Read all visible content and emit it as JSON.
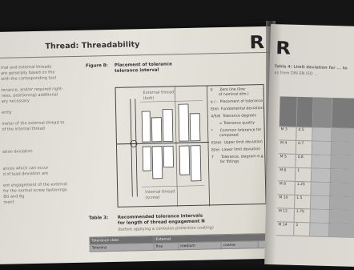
{
  "left_page": {
    "header_title": "Thread: Threadability",
    "logo": "R",
    "body_text": [
      "rnal and external threads",
      "are generally based on the",
      "with the corresponding tool",
      "",
      "tenance, and/or required right-",
      "ness, positioning) additional",
      "ary necessary",
      "",
      "ently",
      "",
      "meter of the external thread to",
      "of the internal thread",
      "",
      "",
      "",
      "ation deviation",
      "",
      "",
      "ances which can occur",
      "d of lead deviation are",
      "",
      "ent engagement of the external",
      "for the normal screw fastenings",
      "6G and 6g",
      "ment"
    ],
    "figure_label": "Figure 8:",
    "figure_caption": "Placement of tolerance\ntolerance interval",
    "diagram_top_label": "External thread\n(bolt)",
    "diagram_bottom_label": "Internal thread\n(screw)",
    "legend": [
      "0      Zero line (line\n       of nominal dim.)",
      "e / -  Placement of tolerance",
      "EI/ei  Fundamental deviation",
      "4/5/6  Tolerance degrees",
      "       = Tolerance quality",
      "*      Common tolerance for\n       composed",
      "ES/es  Upper limit deviation",
      "EI/ei  Lower limit deviation",
      "T      Tolerance, diagram e.g.\n       for fittings"
    ],
    "table_label": "Table 3:",
    "table_caption": "Recommended tolerance intervals\nfor length of thread engagement N",
    "table_subcaption": "(before applying a corrosion protection coating)",
    "table": {
      "head1": [
        "Tolerance class",
        "External",
        "",
        "",
        ""
      ],
      "head2": [
        "Toleranz",
        "fine",
        "medium",
        "coarse",
        ""
      ]
    }
  },
  "right_page": {
    "logo": "R",
    "caption": "Table 4: Limit deviation for ... to",
    "caption2": "as from DIN EN ISO ...",
    "rows": [
      {
        "c1": "M 3",
        "c2": "0.5"
      },
      {
        "c1": "M 4",
        "c2": "0.7"
      },
      {
        "c1": "M 5",
        "c2": "0.8"
      },
      {
        "c1": "M 6",
        "c2": "1"
      },
      {
        "c1": "M 8",
        "c2": "1.25"
      },
      {
        "c1": "M 10",
        "c2": "1.5"
      },
      {
        "c1": "M 12",
        "c2": "1.75"
      },
      {
        "c1": "M 14",
        "c2": "2"
      }
    ]
  }
}
